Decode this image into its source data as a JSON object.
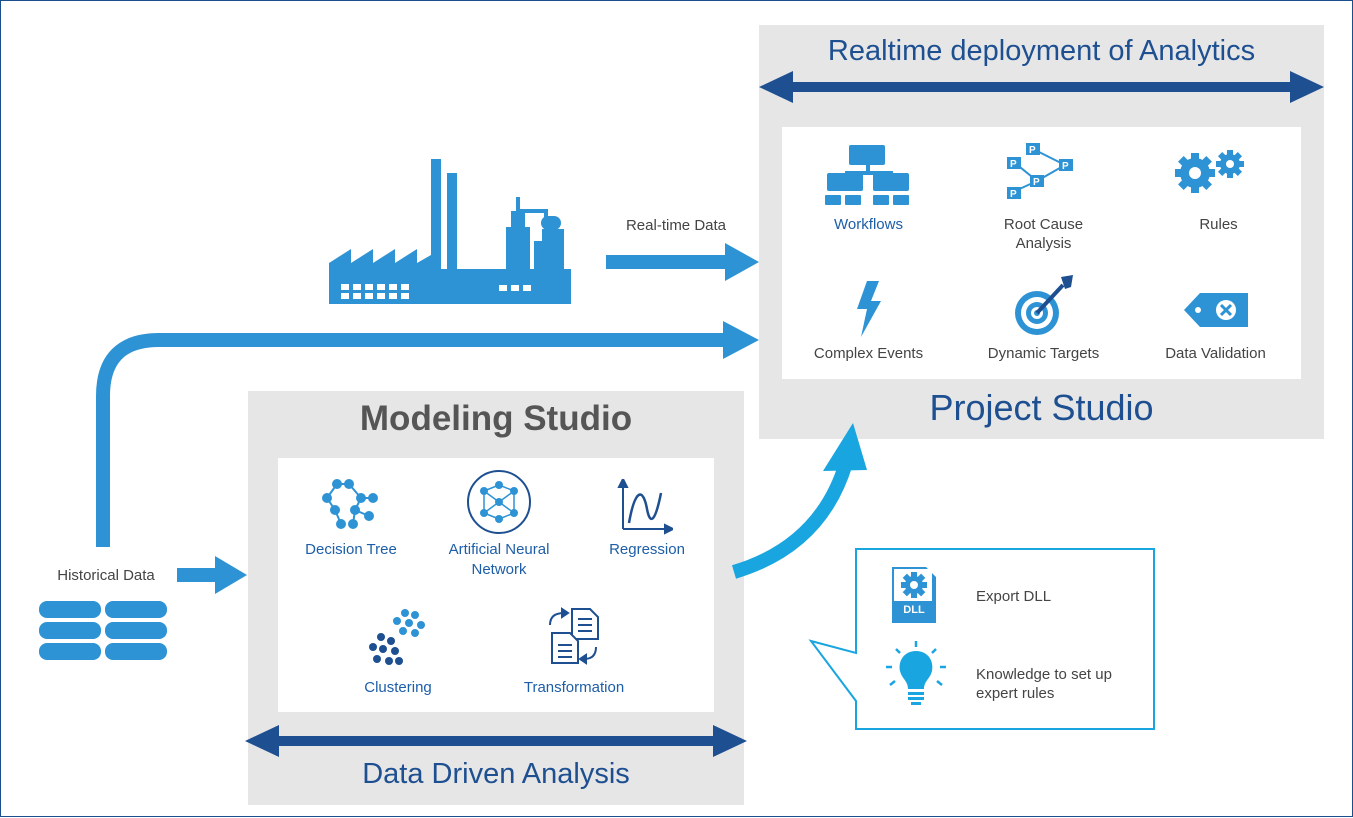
{
  "colors": {
    "light_blue": "#2e93d4",
    "cyan": "#19a5e0",
    "dark_blue": "#1d4f91",
    "panel_gray": "#e6e6e6"
  },
  "inputs": {
    "realtime_label": "Real-time Data",
    "historical_label": "Historical Data"
  },
  "project_studio": {
    "banner": "Realtime deployment of Analytics",
    "title": "Project Studio",
    "items": [
      {
        "label": "Workflows",
        "icon": "workflow-icon"
      },
      {
        "label": "Root Cause Analysis",
        "line1": "Root Cause",
        "line2": "Analysis",
        "icon": "root-cause-icon"
      },
      {
        "label": "Rules",
        "icon": "gears-icon"
      },
      {
        "label": "Complex Events",
        "icon": "lightning-icon"
      },
      {
        "label": "Dynamic Targets",
        "icon": "target-icon"
      },
      {
        "label": "Data Validation",
        "icon": "tag-x-icon"
      }
    ]
  },
  "modeling_studio": {
    "title": "Modeling Studio",
    "banner": "Data Driven Analysis",
    "items": [
      {
        "label": "Decision Tree",
        "icon": "decision-tree-icon"
      },
      {
        "label": "Artificial Neural Network",
        "line1": "Artificial Neural",
        "line2": "Network",
        "icon": "neural-network-icon"
      },
      {
        "label": "Regression",
        "icon": "regression-icon"
      },
      {
        "label": "Clustering",
        "icon": "clustering-icon"
      },
      {
        "label": "Transformation",
        "icon": "transformation-icon"
      }
    ]
  },
  "callout": {
    "dll_badge": "DLL",
    "items": [
      {
        "label": "Export DLL",
        "icon": "dll-icon"
      },
      {
        "label": "Knowledge to set up expert rules",
        "line1": "Knowledge to set up",
        "line2": "expert rules",
        "icon": "lightbulb-icon"
      }
    ]
  }
}
